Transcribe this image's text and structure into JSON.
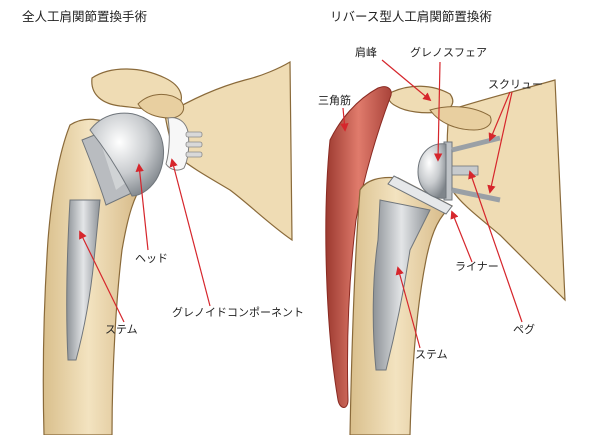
{
  "titles": {
    "left": "全人工肩関節置換手術",
    "right": "リバース型人工肩関節置換術"
  },
  "left_labels": {
    "head": "ヘッド",
    "glenoid_component": "グレノイドコンポーネント",
    "stem": "ステム"
  },
  "right_labels": {
    "acromion": "肩峰",
    "glenosphere": "グレノスフェア",
    "screw": "スクリュー",
    "deltoid": "三角筋",
    "liner": "ライナー",
    "peg": "ペグ",
    "stem": "ステム"
  },
  "colors": {
    "bone": "#efdcb4",
    "bone_outline": "#8a6a3a",
    "metal": "#c9cccf",
    "muscle": "#c8574a",
    "arrow": "#d6262c"
  }
}
